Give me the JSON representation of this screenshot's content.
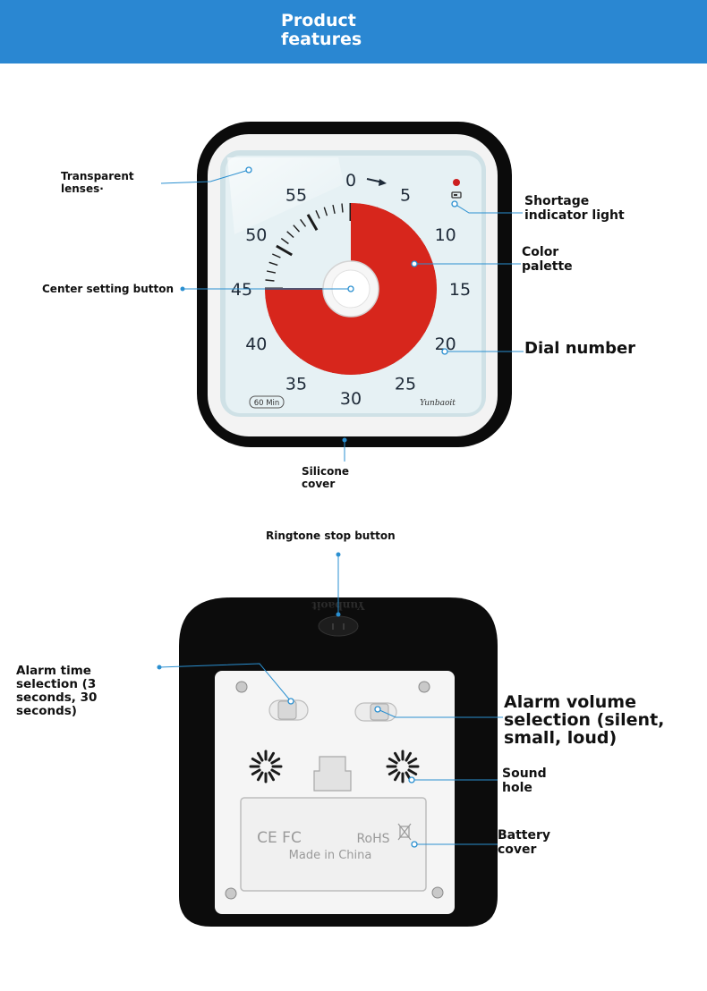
{
  "header": {
    "title": "Product\nfeatures",
    "background": "#2a87d2"
  },
  "dial": {
    "numbers": [
      "0",
      "5",
      "10",
      "15",
      "20",
      "25",
      "30",
      "35",
      "40",
      "45",
      "50",
      "55"
    ],
    "brand": "Yunbaoit",
    "range_badge": "60 Min",
    "red_color": "#d7261c",
    "remaining_minutes": 45
  },
  "back": {
    "emboss_brand": "Yunbaoit",
    "cert_marks": "CE FC",
    "rohs_mark": "RoHS",
    "made_in": "Made in China"
  },
  "callouts": {
    "transparent_lenses": "Transparent\nlenses·",
    "shortage_indicator": "Shortage\nindicator light",
    "color_palette": "Color\npalette",
    "center_setting": "Center setting button",
    "dial_number": "Dial number",
    "silicone_cover": "Silicone\ncover",
    "ringtone_stop": "Ringtone stop button",
    "alarm_time": "Alarm time\nselection (3\nseconds, 30\nseconds)",
    "alarm_volume": "Alarm volume\nselection (silent,\nsmall, loud)",
    "sound_hole": "Sound\nhole",
    "battery_cover": "Battery\ncover"
  },
  "leader_color": "#2a8fd0"
}
